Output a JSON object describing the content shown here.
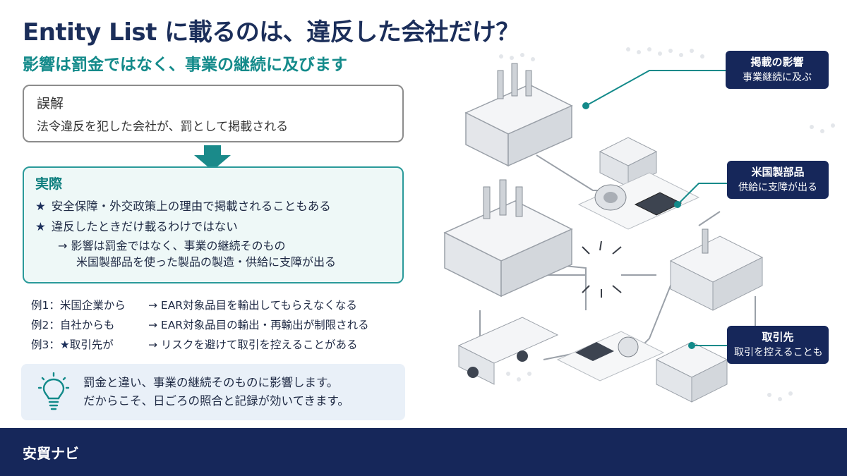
{
  "header": {
    "title": "Entity List に載るのは、違反した会社だけ？",
    "subtitle": "影響は罰金ではなく、事業の継続に及びます"
  },
  "myth": {
    "heading": "誤解",
    "text": "法令違反を犯した会社が、罰として掲載される"
  },
  "fact": {
    "heading": "実際",
    "points": [
      "安全保障・外交政策上の理由で掲載されることもある",
      "違反したときだけ載るわけではない"
    ],
    "star_icon": "★",
    "sub_lines": [
      "→ 影響は罰金ではなく、事業の継続そのもの",
      "米国製部品を使った製品の製造・供給に支障が出る"
    ]
  },
  "examples": [
    {
      "label": "例1：米国企業から",
      "result": "→ EAR対象品目を輸出してもらえなくなる"
    },
    {
      "label_prefix": "例2：自社からも",
      "label": "例2：自社からも",
      "result": "→ EAR対象品目の輸出・再輸出が制限される"
    },
    {
      "label_prefix": "例3：",
      "label_star": "★",
      "label_suffix": "取引先が",
      "result": "→ リスクを避けて取引を控えることがある"
    }
  ],
  "note": {
    "icon": "lightbulb-icon",
    "line1": "罰金と違い、事業の継続そのものに影響します。",
    "line2": "だからこそ、日ごろの照合と記録が効いてきます。"
  },
  "callouts": [
    {
      "title": "掲載の影響",
      "sub": "事業継続に及ぶ"
    },
    {
      "title": "米国製部品",
      "sub": "供給に支障が出る"
    },
    {
      "title": "取引先",
      "sub": "取引を控えることも"
    }
  ],
  "footer": {
    "brand": "安貿ナビ"
  },
  "colors": {
    "navy": "#16275a",
    "teal": "#138a8a",
    "teal_bg": "#eef8f7",
    "note_bg": "#e9f0f8"
  }
}
